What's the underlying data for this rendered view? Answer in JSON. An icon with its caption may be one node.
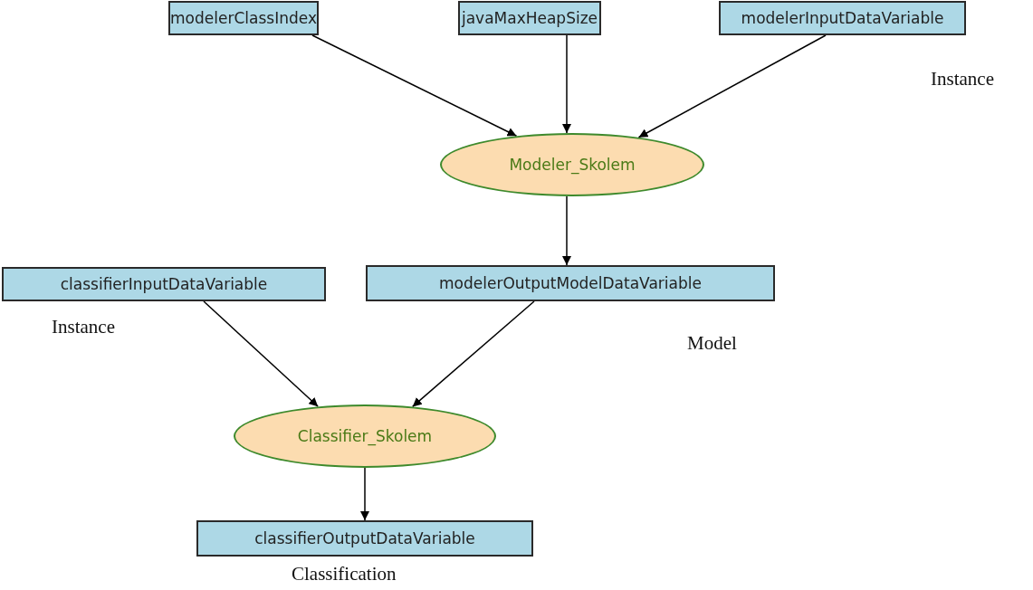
{
  "diagram": {
    "nodes": [
      {
        "text": [
          "modelerClassIndex"
        ]
      },
      {
        "text": [
          "javaMaxHeapSize"
        ]
      },
      {
        "text": [
          "modelerInputDataVariable"
        ],
        "beside": [
          "Instance"
        ]
      },
      {
        "text": [
          "Modeler_Skolem"
        ]
      },
      {
        "text": [
          "classifierInputDataVariable"
        ],
        "beside": [
          "Instance"
        ]
      },
      {
        "text": [
          "modelerOutputModelDataVariable"
        ],
        "beside": [
          "Model"
        ]
      },
      {
        "text": [
          "Classifier_Skolem"
        ]
      },
      {
        "text": [
          "classifierOutputDataVariable"
        ],
        "beside": [
          "Classification"
        ]
      }
    ],
    "edges": [
      {
        "from": 0,
        "to": 3,
        "arrow": "to"
      },
      {
        "from": 1,
        "to": 3,
        "arrow": "to"
      },
      {
        "from": 2,
        "to": 3,
        "arrow": "to"
      },
      {
        "from": 3,
        "to": 5,
        "arrow": "to"
      },
      {
        "from": 4,
        "to": 6,
        "arrow": "to"
      },
      {
        "from": 5,
        "to": 6,
        "arrow": "to"
      },
      {
        "from": 6,
        "to": 7,
        "arrow": "to"
      }
    ]
  }
}
